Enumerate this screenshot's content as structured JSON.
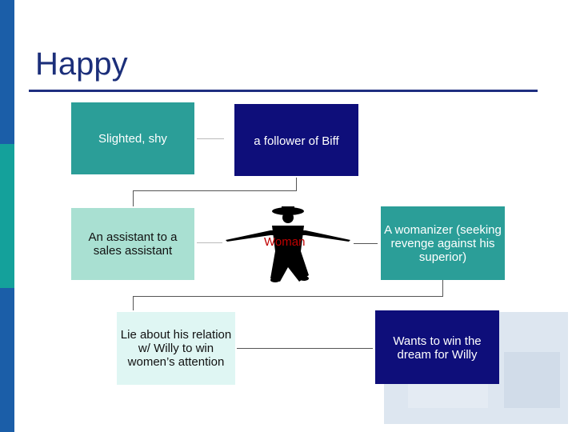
{
  "slide": {
    "title": "Happy",
    "figure_label": "Woman"
  },
  "boxes": {
    "slighted_shy": "Slighted, shy",
    "follower_of_biff": "a follower of Biff",
    "assistant": "An assistant to a sales assistant",
    "womanizer": "A womanizer (seeking revenge against his superior)",
    "lie_about_relation": "Lie about his relation w/ Willy to win women’s attention",
    "wants_to_win": "Wants to win the dream for Willy"
  },
  "colors": {
    "sidebar_top": "#1b5ea8",
    "sidebar_middle": "#14a19b",
    "sidebar_bottom": "#1b5ea8",
    "teal": "#2b9e98",
    "navy": "#0e0e7a",
    "mint": "#a9e0d2",
    "pale": "#dff6f3"
  }
}
